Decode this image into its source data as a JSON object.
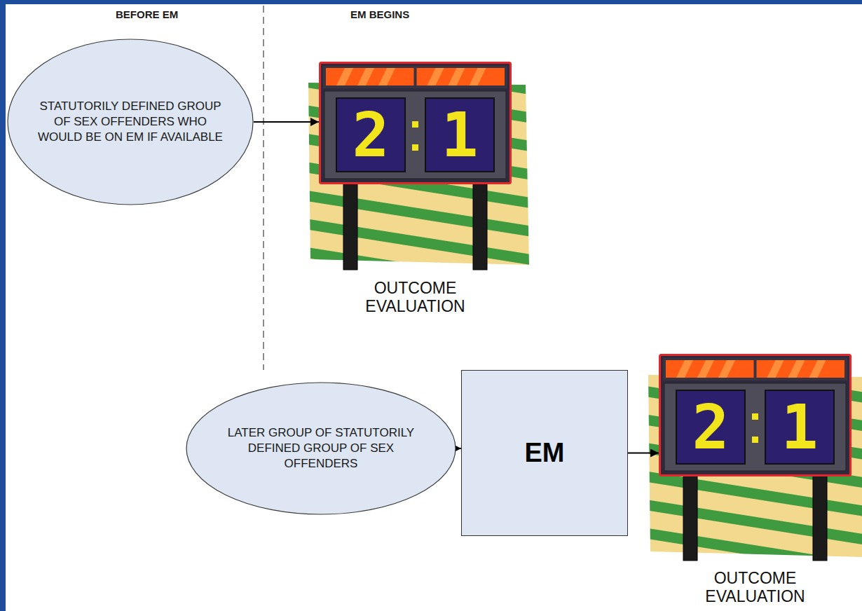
{
  "diagram": {
    "nodes": [
      {
        "text": [
          "STATUTORILY DEFINED GROUP OF SEX OFFENDERS WHO WOULD BE ON EM IF AVAILABLE"
        ]
      },
      {
        "text": [
          "2",
          "1",
          "OUTCOME EVALUATION"
        ]
      },
      {
        "text": [
          "LATER GROUP OF STATUTORILY DEFINED GROUP OF SEX OFFENDERS"
        ]
      },
      {
        "text": [
          "EM"
        ]
      },
      {
        "text": [
          "2",
          "1",
          "OUTCOME EVALUATION"
        ]
      }
    ],
    "edges": [
      {
        "from": 0,
        "to": 1,
        "arrow": "to"
      },
      {
        "from": 2,
        "to": 3,
        "arrow": "to"
      },
      {
        "from": 3,
        "to": 4,
        "arrow": "to"
      }
    ],
    "labels": [
      "BEFORE EM",
      "EM BEGINS"
    ]
  }
}
